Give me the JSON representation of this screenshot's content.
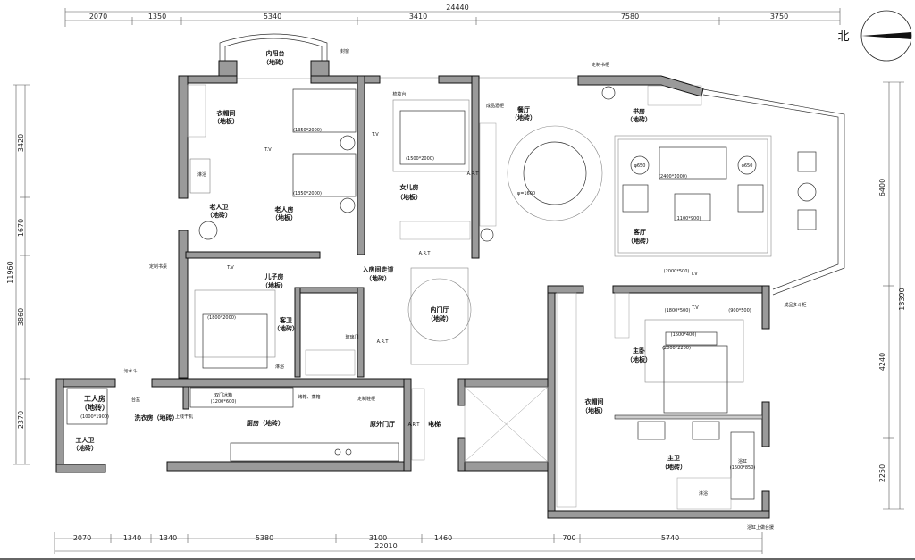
{
  "compass": {
    "north": "北"
  },
  "dimensions": {
    "top_total": "24440",
    "top": [
      "2070",
      "1350",
      "5340",
      "3410",
      "7580",
      "3750"
    ],
    "bottom_total": "22010",
    "bottom": [
      "2070",
      "1340",
      "1340",
      "5380",
      "3100",
      "1460",
      "700",
      "5740"
    ],
    "left_total": "11960",
    "left": [
      "3420",
      "1670",
      "3860",
      "2370"
    ],
    "right_total": "13390",
    "right": [
      "6400",
      "4240",
      "2250"
    ]
  },
  "rooms": {
    "inner_balcony": {
      "name": "内阳台",
      "floor": "（地砖）"
    },
    "cloakroom_1": {
      "name": "衣帽间",
      "floor": "（地板）"
    },
    "elder_room": {
      "name": "老人房",
      "floor": "（地板）"
    },
    "elder_bath": {
      "name": "老人卫",
      "floor": "（地砖）"
    },
    "daughter_room": {
      "name": "女儿房",
      "floor": "（地板）"
    },
    "dining": {
      "name": "餐厅",
      "floor": "（地砖）"
    },
    "study": {
      "name": "书房",
      "floor": "（地砖）"
    },
    "living": {
      "name": "客厅",
      "floor": "（地砖）"
    },
    "corridor": {
      "name": "入房间走道",
      "floor": "（地砖）"
    },
    "son_room": {
      "name": "儿子房",
      "floor": "（地板）"
    },
    "guest_bath": {
      "name": "客卫",
      "floor": "（地砖）"
    },
    "inner_foyer": {
      "name": "内门厅",
      "floor": "（地砖）"
    },
    "worker_room": {
      "name": "工人房",
      "floor": "（地砖）"
    },
    "worker_bath": {
      "name": "工人卫",
      "floor": "（地砖）"
    },
    "laundry": {
      "name": "洗衣房（地砖）"
    },
    "kitchen": {
      "name": "厨房（地砖）"
    },
    "outer_foyer": {
      "name": "原外门厅"
    },
    "elevator": {
      "name": "电梯"
    },
    "cloakroom_2": {
      "name": "衣帽间",
      "floor": "（地板）"
    },
    "master_bedroom": {
      "name": "主卧",
      "floor": "（地板）"
    },
    "master_bath": {
      "name": "主卫",
      "floor": "（地砖）"
    }
  },
  "annotations": {
    "sealed_window": "封窗",
    "dressing_table": "梳妆台",
    "wine_cabinet": "成品酒柜",
    "custom_bookcase": "定制书柜",
    "custom_desk": "定制书桌",
    "glass_door": "玻璃门",
    "sewage_hopper": "污水斗",
    "basin": "台盆",
    "dryer": "上线干机",
    "fridge": "双门冰箱",
    "fridge_size": "(1200*600)",
    "oven": "烤箱、蒸箱",
    "shoe_cabinet": "定制鞋柜",
    "chest": "成品多斗柜",
    "bathtub": "浴缸",
    "bathtub_size": "(1600*850)",
    "tub_note": "浴缸上做台援",
    "shower": "淋浴",
    "tv": "T.V",
    "art": "A.R.T",
    "table_dia": "φ=1600",
    "side_table": "φ650",
    "bed_1350": "(1350*2000)",
    "bed_1500": "(1500*2000)",
    "bed_1800": "(1800*2000)",
    "bed_2000": "(2000*2200)",
    "worker_bed": "(1000*1900)",
    "sofa": "(2400*1000)",
    "coffee_table": "(1100*900)",
    "tv_cab": "(2000*500)",
    "cab_1800": "(1800*500)",
    "cab_900": "(900*500)",
    "bench": "(1600*400)"
  }
}
